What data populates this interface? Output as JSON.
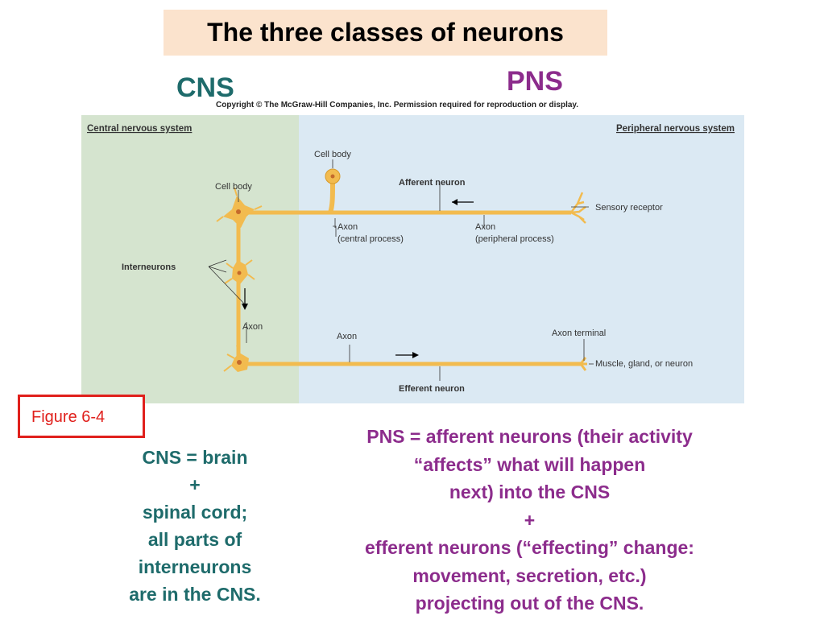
{
  "title": "The three classes of neurons",
  "cns_heading": "CNS",
  "pns_heading": "PNS",
  "copyright": "Copyright © The McGraw-Hill Companies, Inc. Permission required for reproduction or display.",
  "figure": {
    "central_label": "Central nervous system",
    "peripheral_label": "Peripheral nervous system",
    "cell_body_left": "Cell body",
    "cell_body_afferent": "Cell body",
    "afferent_neuron": "Afferent neuron",
    "sensory_receptor": "Sensory receptor",
    "axon_central": "Axon",
    "central_process": "(central process)",
    "axon_peripheral": "Axon",
    "peripheral_process": "(peripheral process)",
    "interneurons": "Interneurons",
    "axon_inter": "Axon",
    "axon_efferent": "Axon",
    "axon_terminal": "Axon terminal",
    "effector": "Muscle, gland, or neuron",
    "efferent_neuron": "Efferent neuron",
    "colors": {
      "cns_bg": "#d5e4cf",
      "pns_bg": "#dbe9f3",
      "neuron": "#f2bb4f"
    }
  },
  "figure_label": "Figure 6-4",
  "cns_text": [
    "CNS = brain",
    "+",
    "spinal cord;",
    "all parts of",
    "interneurons",
    "are in the CNS."
  ],
  "pns_text": [
    "PNS = afferent neurons (their activity",
    "“affects” what will happen",
    "next) into the CNS",
    "+",
    "efferent neurons (“effecting” change:",
    "movement, secretion, etc.)",
    "projecting out of the CNS."
  ]
}
